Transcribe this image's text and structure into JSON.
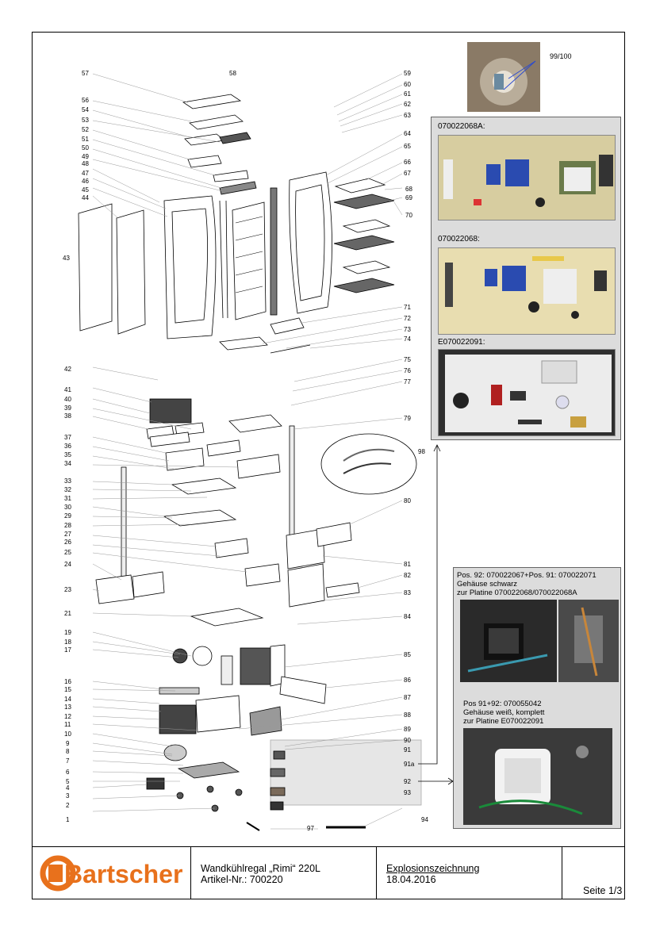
{
  "callouts": {
    "left": [
      "57",
      "58",
      "56",
      "54",
      "53",
      "52",
      "51",
      "50",
      "49",
      "48",
      "47",
      "46",
      "45",
      "44",
      "43",
      "42",
      "41",
      "40",
      "39",
      "38",
      "37",
      "36",
      "35",
      "34",
      "33",
      "32",
      "31",
      "30",
      "29",
      "28",
      "27",
      "26",
      "25",
      "24",
      "23",
      "21",
      "19",
      "18",
      "17",
      "16",
      "15",
      "14",
      "13",
      "12",
      "11",
      "10",
      "9",
      "8",
      "7",
      "6",
      "5",
      "4",
      "3",
      "2",
      "1"
    ],
    "right": [
      "59",
      "60",
      "61",
      "62",
      "63",
      "64",
      "65",
      "66",
      "67",
      "68",
      "69",
      "70",
      "71",
      "72",
      "73",
      "74",
      "75",
      "76",
      "77",
      "79",
      "98",
      "80",
      "81",
      "82",
      "83",
      "84",
      "85",
      "86",
      "87",
      "88",
      "89",
      "90",
      "91",
      "91a",
      "92",
      "93",
      "94",
      "97"
    ],
    "top_photo": "99/100"
  },
  "boards": {
    "a": "070022068A:",
    "b": "070022068:",
    "c": "E070022091:"
  },
  "photo_captions": {
    "first": [
      "Pos. 92: 070022067+Pos. 91: 070022071",
      "Gehäuse schwarz",
      "zur Platine 070022068/070022068A"
    ],
    "second": [
      "Pos 91+92: 070055042",
      "Gehäuse weiß, komplett",
      "zur Platine E070022091"
    ]
  },
  "footer": {
    "logo": "Bartscher",
    "product_line1": "Wandkühlregal „Rimi“ 220L",
    "product_line2": "Artikel-Nr.: 700220",
    "doc_title": "Explosionszeichnung",
    "doc_date": "18.04.2016",
    "page": "Seite 1/3"
  },
  "colors": {
    "logo_orange": "#e8711c",
    "panel_gray": "#dcdcdc"
  }
}
